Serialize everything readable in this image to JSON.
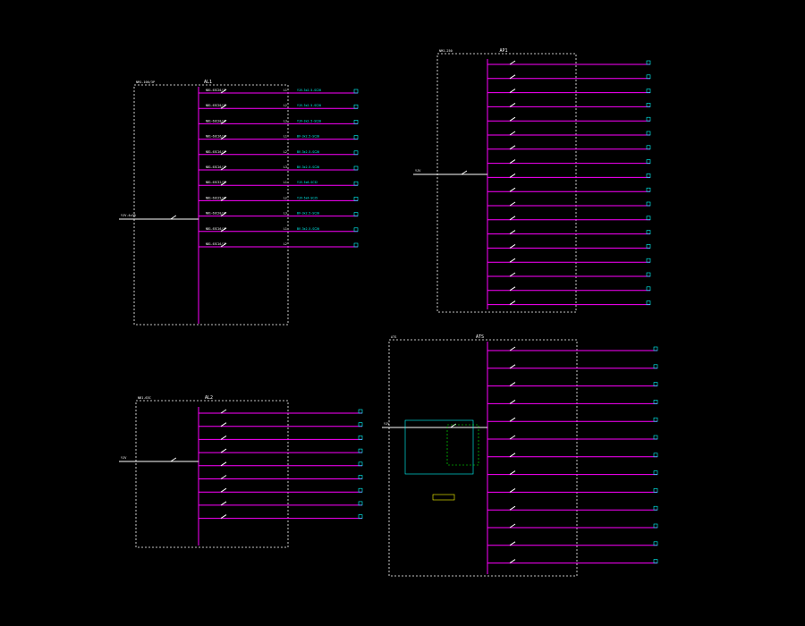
{
  "drawing": {
    "background": "#000000",
    "colors": {
      "busbar": "#ff00ff",
      "frame": "#ffffff",
      "text_main": "#ffffff",
      "text_load": "#00ffff",
      "device": "#ffff00",
      "control": "#00ff00"
    }
  },
  "panels": [
    {
      "name": "distribution-panel-top-left",
      "title": "AL1",
      "incoming_label": "YJV-4x35",
      "device_label": "NM1-100/3P",
      "circuits": [
        {
          "breaker": "NB1-63C20/1P",
          "load": "YJV-3x2.5-SC20",
          "phase": "L1"
        },
        {
          "breaker": "NB1-63C20/1P",
          "load": "YJV-3x2.5-SC20",
          "phase": "L2"
        },
        {
          "breaker": "NB1-63C20/1P",
          "load": "YJV-3x2.5-SC20",
          "phase": "L3"
        },
        {
          "breaker": "NB1-63C16/1P",
          "load": "BV-3x2.5-SC20",
          "phase": "L1"
        },
        {
          "breaker": "NB1-63C16/1P",
          "load": "BV-3x2.5-SC20",
          "phase": "L2"
        },
        {
          "breaker": "NB1-63C16/1P",
          "load": "BV-3x2.5-SC20",
          "phase": "L3"
        },
        {
          "breaker": "NB1-63C32/3P",
          "load": "YJV-5x6-SC32",
          "phase": "L1"
        },
        {
          "breaker": "NB1-63C25/3P",
          "load": "YJV-5x4-SC25",
          "phase": "L2"
        },
        {
          "breaker": "NB1-63C20/1P",
          "load": "BV-3x2.5-SC20",
          "phase": "L3"
        },
        {
          "breaker": "NB1-63C16/1P",
          "load": "BV-3x2.5-SC20",
          "phase": "L1"
        },
        {
          "breaker": "NB1-63C16/1P",
          "load": "",
          "phase": "L2"
        }
      ]
    },
    {
      "name": "distribution-panel-top-right",
      "title": "AP1",
      "incoming_label": "YJV",
      "device_label": "NM1-250",
      "circuits": 18
    },
    {
      "name": "distribution-panel-bottom-left",
      "title": "AL2",
      "incoming_label": "YJV",
      "device_label": "NB1-63C",
      "circuits": 9
    },
    {
      "name": "distribution-panel-bottom-right",
      "title": "ATS",
      "incoming_label": "YJV",
      "device_label": "ATS",
      "circuits": 13
    }
  ]
}
